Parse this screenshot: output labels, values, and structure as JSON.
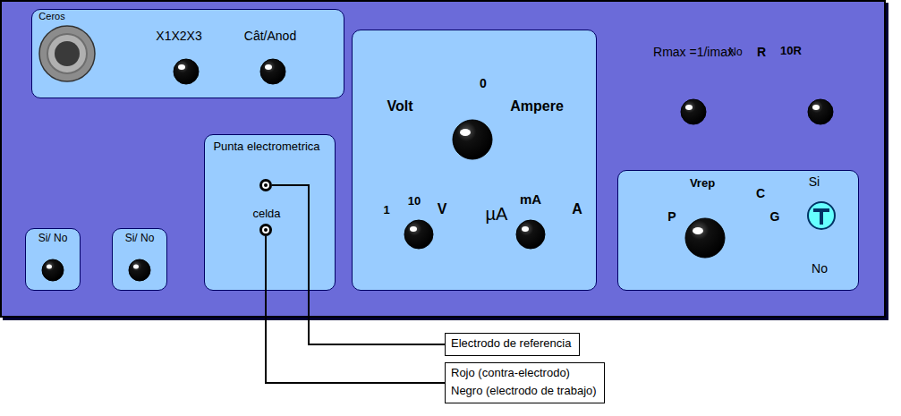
{
  "diagram": {
    "nodes": [
      {
        "text": [
          "Rmax =1/imax",
          "No",
          "R",
          "10R"
        ]
      },
      {
        "text": [
          "Ceros",
          "X1X2X3",
          "Cât/Anod"
        ],
        "in": 0
      },
      {
        "text": [
          "Si/ No"
        ],
        "in": 0
      },
      {
        "text": [
          "Si/ No"
        ],
        "in": 0
      },
      {
        "text": [
          "Punta electrometrica",
          "celda"
        ],
        "in": 0
      },
      {
        "text": [
          "Volt",
          "0",
          "Ampere",
          "1",
          "10",
          "V",
          "µA",
          "mA",
          "A"
        ],
        "in": 0
      },
      {
        "text": [
          "Vrep",
          "C",
          "P",
          "G",
          "Si",
          "No"
        ],
        "in": 0
      },
      {
        "text": [
          "Electrodo de referencia"
        ]
      },
      {
        "text": [
          "Rojo (contra-electrodo)",
          "Negro (electrodo de trabajo)"
        ]
      }
    ],
    "edges": [
      {
        "from": 4,
        "to": 7,
        "arrow": "none"
      },
      {
        "from": 4,
        "to": 8,
        "arrow": "none"
      }
    ]
  }
}
